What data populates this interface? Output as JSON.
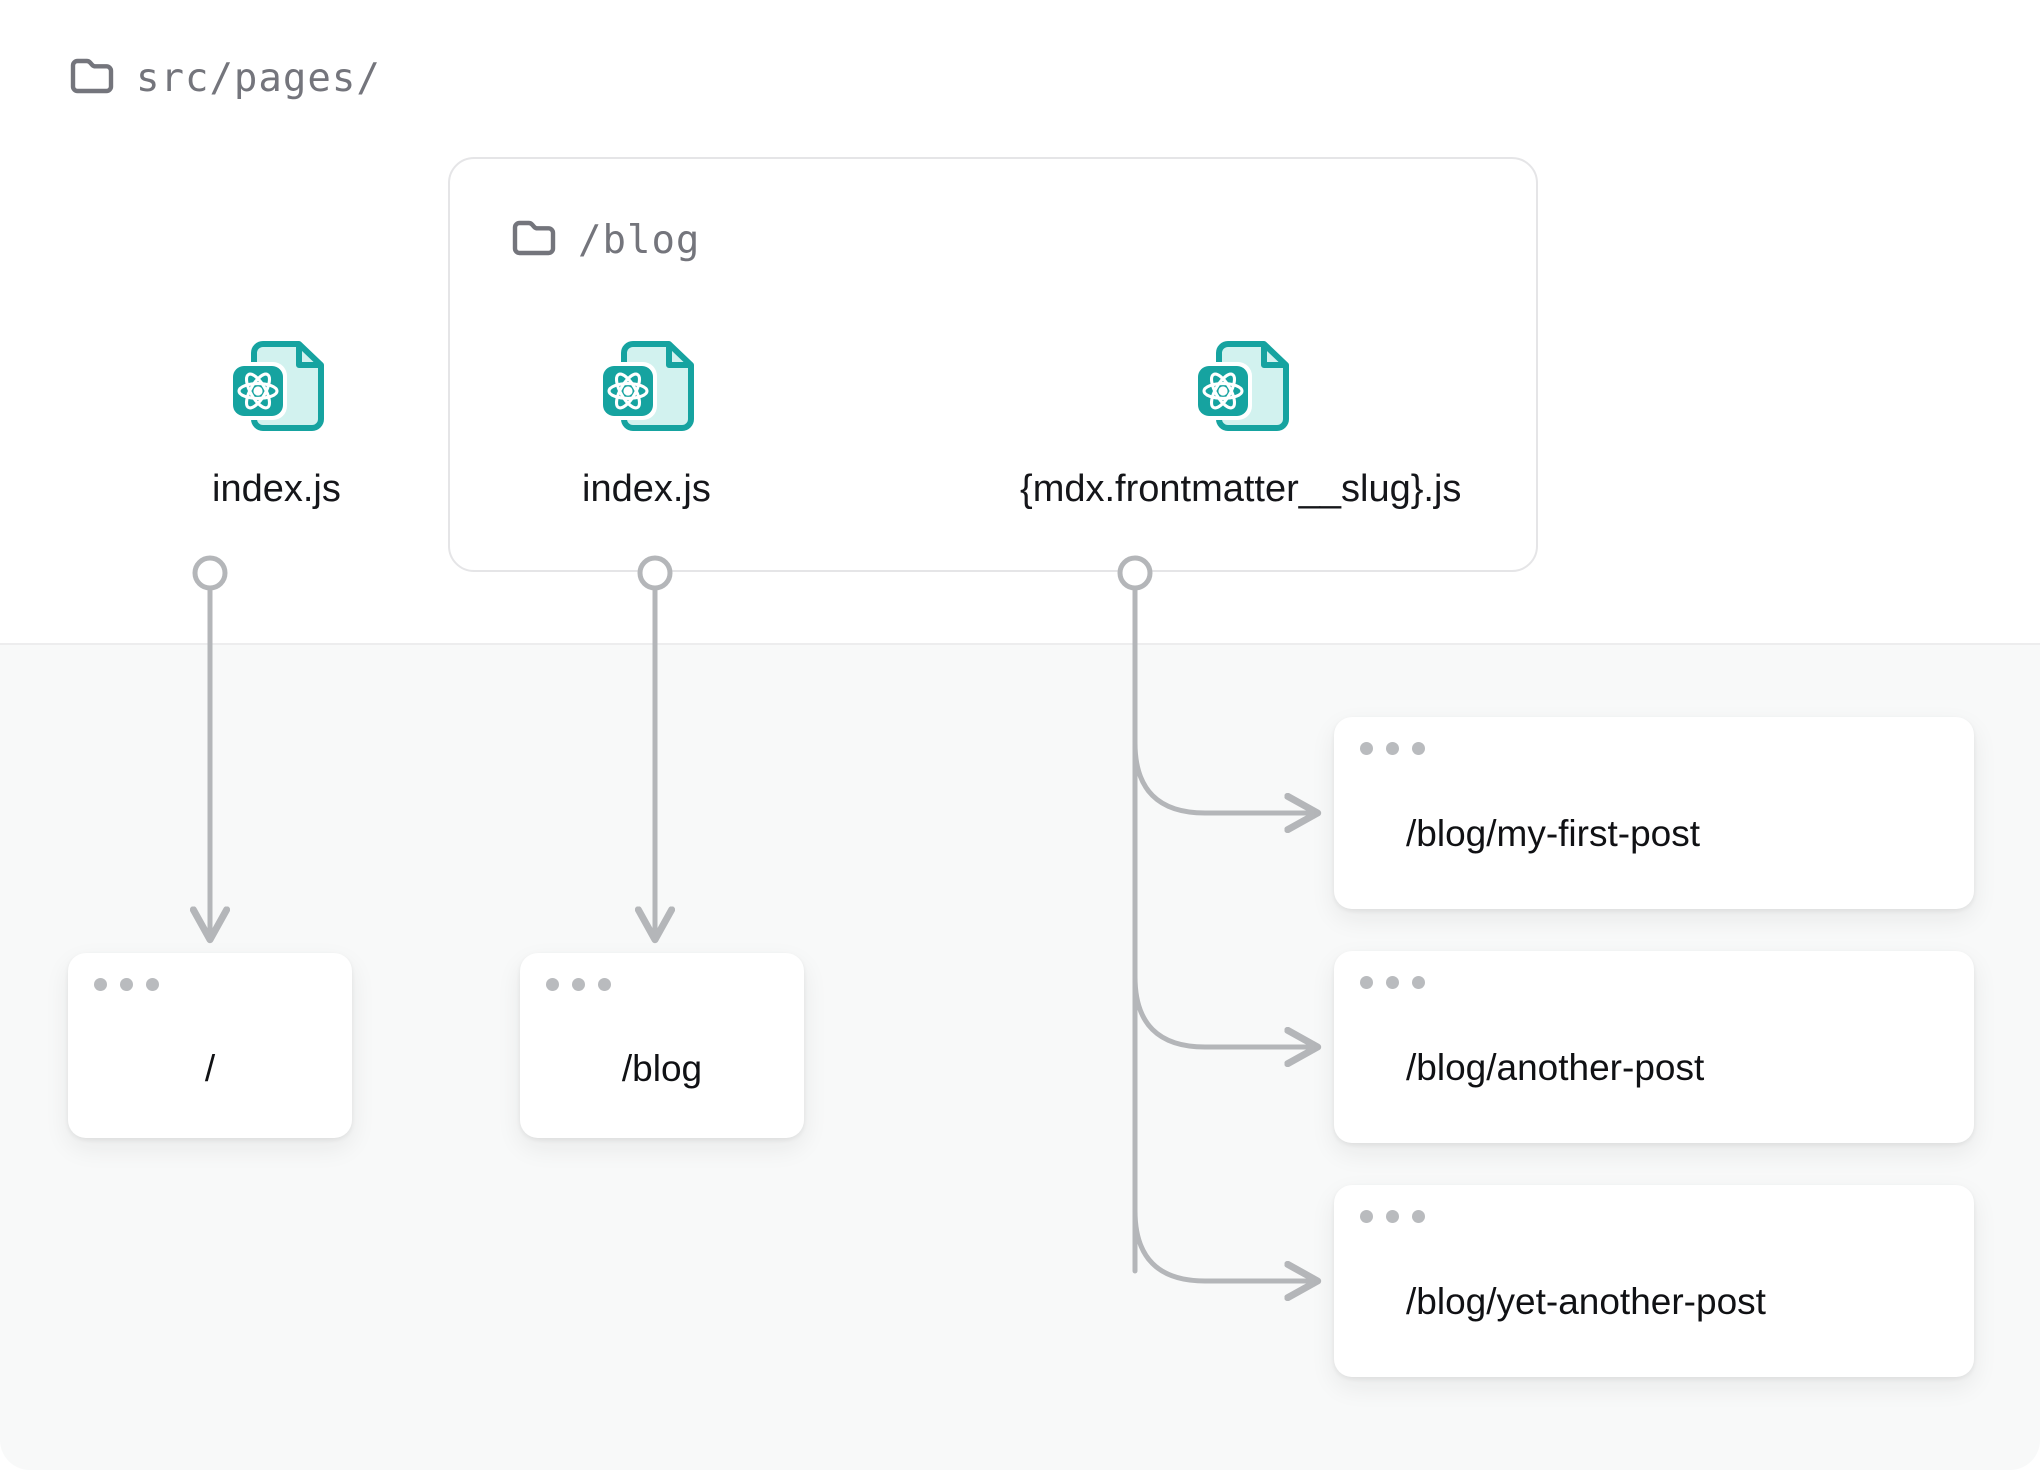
{
  "diagram": {
    "root_folder": {
      "icon": "folder-icon",
      "label": "src/pages/"
    },
    "nested_folder": {
      "icon": "folder-icon",
      "label": "/blog"
    },
    "files": [
      {
        "icon": "react-file-icon",
        "name": "index.js",
        "group": "root"
      },
      {
        "icon": "react-file-icon",
        "name": "index.js",
        "group": "blog"
      },
      {
        "icon": "react-file-icon",
        "name": "{mdx.frontmatter__slug}.js",
        "group": "blog"
      }
    ],
    "routes": [
      {
        "url": "/",
        "from": "root-index-js"
      },
      {
        "url": "/blog",
        "from": "blog-index-js"
      },
      {
        "url": "/blog/my-first-post",
        "from": "blog-slug-js"
      },
      {
        "url": "/blog/another-post",
        "from": "blog-slug-js"
      },
      {
        "url": "/blog/yet-another-post",
        "from": "blog-slug-js"
      }
    ],
    "colors": {
      "react_teal": "#16a3a0",
      "react_page": "#d2f2ef",
      "folder_gray": "#74757c",
      "wire_gray": "#b4b6b9",
      "panel_border": "#e5e5e7",
      "zone_bottom": "#f8f9f9",
      "dot_gray": "#b9bbbe",
      "text_dark": "#101114"
    }
  }
}
